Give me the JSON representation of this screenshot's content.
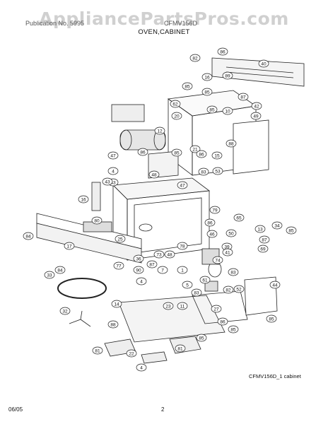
{
  "watermark": "AppliancePartsPros.com",
  "header": {
    "left": "Publication No. 5995",
    "right": "CFMV156D",
    "section_title": "OVEN,CABINET"
  },
  "diagram_id": "CFMV156D_1 cabinet",
  "footer": {
    "date": "06/05",
    "page": "2"
  },
  "callouts": [
    "86",
    "82",
    "40",
    "16",
    "89",
    "85",
    "85",
    "62",
    "87",
    "10",
    "42",
    "20",
    "85",
    "49",
    "12",
    "21",
    "85",
    "86",
    "88",
    "15",
    "47",
    "4",
    "86",
    "48",
    "43",
    "83",
    "53",
    "47",
    "16",
    "43",
    "79",
    "65",
    "86",
    "80",
    "46",
    "84",
    "17",
    "25",
    "48",
    "78",
    "50",
    "13",
    "34",
    "85",
    "87",
    "84",
    "33",
    "36",
    "73",
    "87",
    "39",
    "41",
    "69",
    "77",
    "74",
    "90",
    "4",
    "7",
    "1",
    "5",
    "83",
    "61",
    "32",
    "14",
    "44",
    "52",
    "83",
    "82",
    "11",
    "23",
    "27",
    "88",
    "86",
    "85",
    "85",
    "81",
    "22",
    "85",
    "81",
    "4"
  ]
}
